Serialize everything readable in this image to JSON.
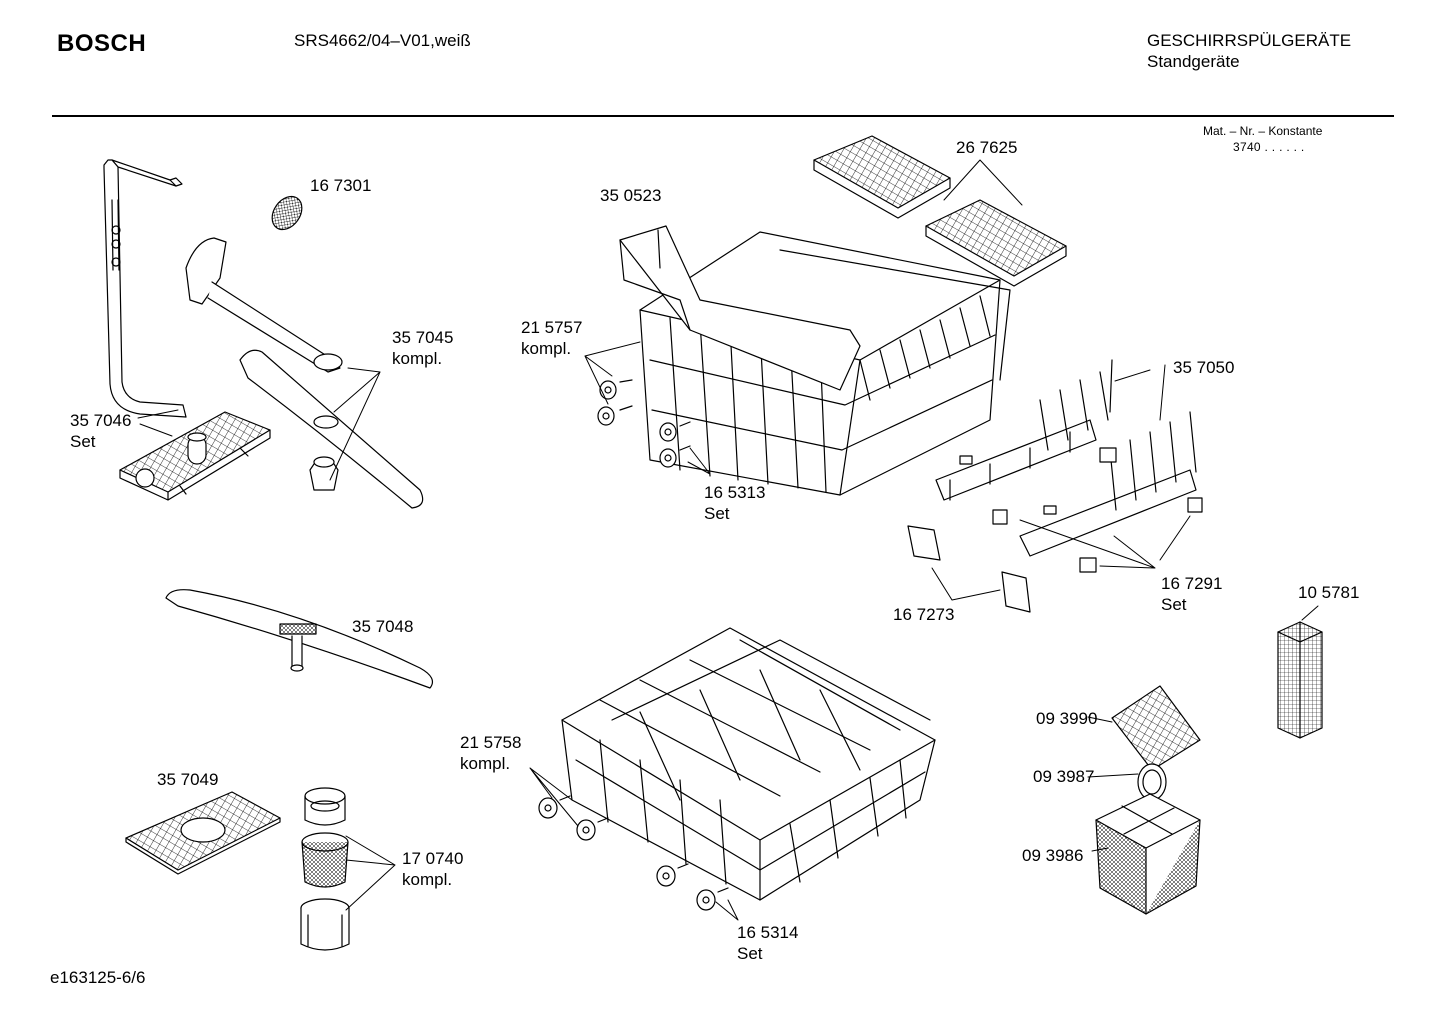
{
  "header": {
    "brand": "BOSCH",
    "model": "SRS4662/04–V01,weiß",
    "category_line1": "GESCHIRRSPÜLGERÄTE",
    "category_line2": "Standgeräte"
  },
  "constants": {
    "label": "Mat. – Nr. – Konstante",
    "value": "3740  .  .  .  .  .  ."
  },
  "footer": {
    "drawing_id": "e163125-6/6"
  },
  "parts": [
    {
      "id": "167301",
      "number": "16 7301",
      "note": ""
    },
    {
      "id": "350523",
      "number": "35 0523",
      "note": ""
    },
    {
      "id": "267625",
      "number": "26 7625",
      "note": ""
    },
    {
      "id": "357045",
      "number": "35 7045",
      "note": "kompl."
    },
    {
      "id": "215757",
      "number": "21 5757",
      "note": "kompl."
    },
    {
      "id": "357046",
      "number": "35 7046",
      "note": "Set"
    },
    {
      "id": "357050",
      "number": "35 7050",
      "note": ""
    },
    {
      "id": "165313",
      "number": "16 5313",
      "note": "Set"
    },
    {
      "id": "167291",
      "number": "16 7291",
      "note": "Set"
    },
    {
      "id": "167273",
      "number": "16 7273",
      "note": ""
    },
    {
      "id": "105781",
      "number": "10 5781",
      "note": ""
    },
    {
      "id": "357048",
      "number": "35 7048",
      "note": ""
    },
    {
      "id": "215758",
      "number": "21 5758",
      "note": "kompl."
    },
    {
      "id": "093990",
      "number": "09 3990",
      "note": ""
    },
    {
      "id": "357049",
      "number": "35 7049",
      "note": ""
    },
    {
      "id": "093987",
      "number": "09 3987",
      "note": ""
    },
    {
      "id": "170740",
      "number": "17 0740",
      "note": "kompl."
    },
    {
      "id": "093986",
      "number": "09 3986",
      "note": ""
    },
    {
      "id": "165314",
      "number": "16 5314",
      "note": "Set"
    }
  ]
}
